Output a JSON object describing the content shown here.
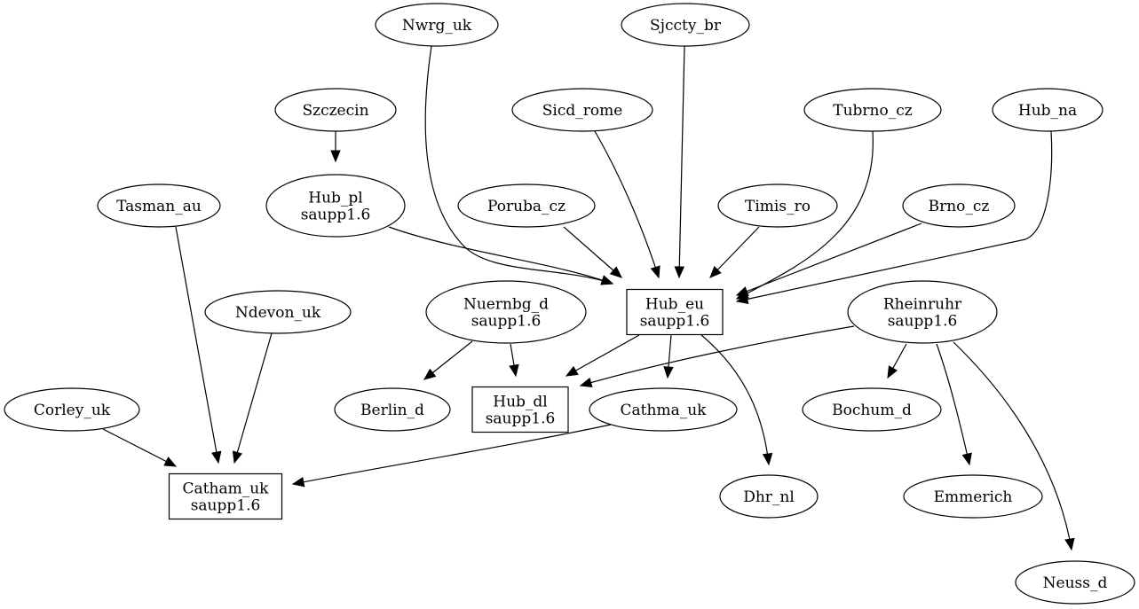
{
  "graph": {
    "nodes": [
      {
        "id": "Nwrg_uk",
        "lines": [
          "Nwrg_uk"
        ],
        "shape": "ellipse"
      },
      {
        "id": "Sjccty_br",
        "lines": [
          "Sjccty_br"
        ],
        "shape": "ellipse"
      },
      {
        "id": "Szczecin",
        "lines": [
          "Szczecin"
        ],
        "shape": "ellipse"
      },
      {
        "id": "Sicd_rome",
        "lines": [
          "Sicd_rome"
        ],
        "shape": "ellipse"
      },
      {
        "id": "Tubrno_cz",
        "lines": [
          "Tubrno_cz"
        ],
        "shape": "ellipse"
      },
      {
        "id": "Hub_na",
        "lines": [
          "Hub_na"
        ],
        "shape": "ellipse"
      },
      {
        "id": "Tasman_au",
        "lines": [
          "Tasman_au"
        ],
        "shape": "ellipse"
      },
      {
        "id": "Hub_pl",
        "lines": [
          "Hub_pl",
          "saupp1.6"
        ],
        "shape": "ellipse"
      },
      {
        "id": "Poruba_cz",
        "lines": [
          "Poruba_cz"
        ],
        "shape": "ellipse"
      },
      {
        "id": "Timis_ro",
        "lines": [
          "Timis_ro"
        ],
        "shape": "ellipse"
      },
      {
        "id": "Brno_cz",
        "lines": [
          "Brno_cz"
        ],
        "shape": "ellipse"
      },
      {
        "id": "Ndevon_uk",
        "lines": [
          "Ndevon_uk"
        ],
        "shape": "ellipse"
      },
      {
        "id": "Nuernbg_d",
        "lines": [
          "Nuernbg_d",
          "saupp1.6"
        ],
        "shape": "ellipse"
      },
      {
        "id": "Hub_eu",
        "lines": [
          "Hub_eu",
          "saupp1.6"
        ],
        "shape": "box"
      },
      {
        "id": "Rheinruhr",
        "lines": [
          "Rheinruhr",
          "saupp1.6"
        ],
        "shape": "ellipse"
      },
      {
        "id": "Corley_uk",
        "lines": [
          "Corley_uk"
        ],
        "shape": "ellipse"
      },
      {
        "id": "Berlin_d",
        "lines": [
          "Berlin_d"
        ],
        "shape": "ellipse"
      },
      {
        "id": "Hub_dl",
        "lines": [
          "Hub_dl",
          "saupp1.6"
        ],
        "shape": "box"
      },
      {
        "id": "Cathma_uk",
        "lines": [
          "Cathma_uk"
        ],
        "shape": "ellipse"
      },
      {
        "id": "Bochum_d",
        "lines": [
          "Bochum_d"
        ],
        "shape": "ellipse"
      },
      {
        "id": "Catham_uk",
        "lines": [
          "Catham_uk",
          "saupp1.6"
        ],
        "shape": "box"
      },
      {
        "id": "Dhr_nl",
        "lines": [
          "Dhr_nl"
        ],
        "shape": "ellipse"
      },
      {
        "id": "Emmerich",
        "lines": [
          "Emmerich"
        ],
        "shape": "ellipse"
      },
      {
        "id": "Neuss_d",
        "lines": [
          "Neuss_d"
        ],
        "shape": "ellipse"
      }
    ],
    "edges": [
      {
        "from": "Szczecin",
        "to": "Hub_pl"
      },
      {
        "from": "Nwrg_uk",
        "to": "Hub_eu"
      },
      {
        "from": "Sjccty_br",
        "to": "Hub_eu"
      },
      {
        "from": "Sicd_rome",
        "to": "Hub_eu"
      },
      {
        "from": "Tubrno_cz",
        "to": "Hub_eu"
      },
      {
        "from": "Hub_na",
        "to": "Hub_eu"
      },
      {
        "from": "Hub_pl",
        "to": "Hub_eu"
      },
      {
        "from": "Poruba_cz",
        "to": "Hub_eu"
      },
      {
        "from": "Timis_ro",
        "to": "Hub_eu"
      },
      {
        "from": "Brno_cz",
        "to": "Hub_eu"
      },
      {
        "from": "Tasman_au",
        "to": "Catham_uk"
      },
      {
        "from": "Ndevon_uk",
        "to": "Catham_uk"
      },
      {
        "from": "Corley_uk",
        "to": "Catham_uk"
      },
      {
        "from": "Cathma_uk",
        "to": "Catham_uk"
      },
      {
        "from": "Nuernbg_d",
        "to": "Berlin_d"
      },
      {
        "from": "Nuernbg_d",
        "to": "Hub_dl"
      },
      {
        "from": "Hub_eu",
        "to": "Hub_dl"
      },
      {
        "from": "Hub_eu",
        "to": "Cathma_uk"
      },
      {
        "from": "Hub_eu",
        "to": "Dhr_nl"
      },
      {
        "from": "Rheinruhr",
        "to": "Hub_dl"
      },
      {
        "from": "Rheinruhr",
        "to": "Bochum_d"
      },
      {
        "from": "Rheinruhr",
        "to": "Emmerich"
      },
      {
        "from": "Rheinruhr",
        "to": "Neuss_d"
      }
    ]
  }
}
